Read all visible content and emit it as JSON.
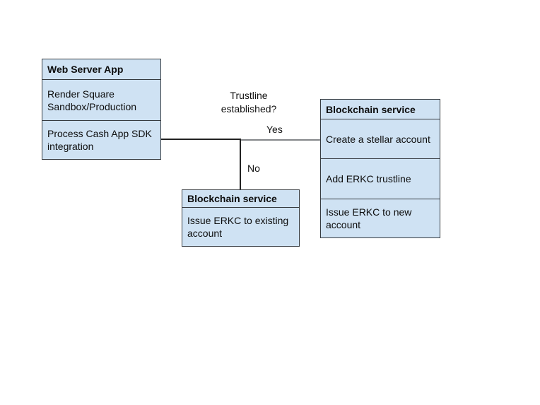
{
  "diagram": {
    "background": "#ffffff",
    "colors": {
      "box_fill": "#cfe2f3",
      "box_border": "#363b40",
      "text": "#0d0d0d",
      "connector_dark": "#222222",
      "connector_grey": "#848689"
    },
    "nodes": [
      {
        "id": "web-server-app",
        "title": "Web Server App",
        "rows": [
          "Render Square Sandbox/Production",
          "Process Cash App SDK integration"
        ]
      },
      {
        "id": "blockchain-service-new-account",
        "title": "Blockchain service",
        "rows": [
          "Create a stellar account",
          "Add ERKC trustline",
          "Issue ERKC to new account"
        ]
      },
      {
        "id": "blockchain-service-existing-account",
        "title": "Blockchain service",
        "rows": [
          "Issue ERKC to existing account"
        ]
      }
    ],
    "labels": {
      "question": "Trustline established?",
      "yes": "Yes",
      "no": "No"
    }
  }
}
